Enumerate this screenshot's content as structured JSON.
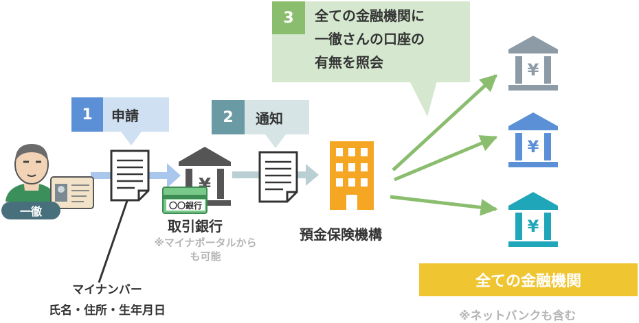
{
  "person": {
    "name": "一徹"
  },
  "steps": [
    {
      "num": "1",
      "label": "申請"
    },
    {
      "num": "2",
      "label": "通知"
    },
    {
      "num": "3",
      "label": "全ての金融機関に\n一徹さんの口座の\n有無を照会"
    }
  ],
  "bank": {
    "card_text": "〇〇銀行",
    "name": "取引銀行",
    "note": "※マイナポータルから\nも可能"
  },
  "agency": {
    "name": "預金保険機構"
  },
  "mynumber": {
    "line1": "マイナンバー",
    "line2": "氏名・住所・生年月日"
  },
  "all_banks": {
    "label": "全ての金融機関",
    "note": "※ネットバンクも含む"
  },
  "colors": {
    "blue_tag": "#5b8fd6",
    "blue_label_bg": "#cfe0f3",
    "teal_tag": "#6a9aa3",
    "teal_label_bg": "#d6e4e6",
    "green_tag": "#8bbd6e",
    "green_bubble_bg": "#d5e8cf",
    "bank_gray": "#8c9ba6",
    "bank_blue": "#5b8fd6",
    "bank_teal": "#1fa6b8",
    "building_orange": "#f5a623",
    "all_banks_yellow": "#f0c532"
  }
}
